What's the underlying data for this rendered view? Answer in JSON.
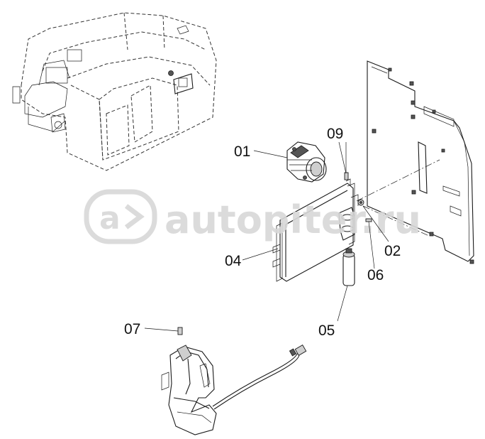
{
  "labels": {
    "p01": "01",
    "p02": "02",
    "p04": "04",
    "p05": "05",
    "p06": "06",
    "p07": "07",
    "p09": "09"
  },
  "watermark": {
    "text": "autopiter.ru",
    "icon": "a-arrow-logo-icon"
  }
}
